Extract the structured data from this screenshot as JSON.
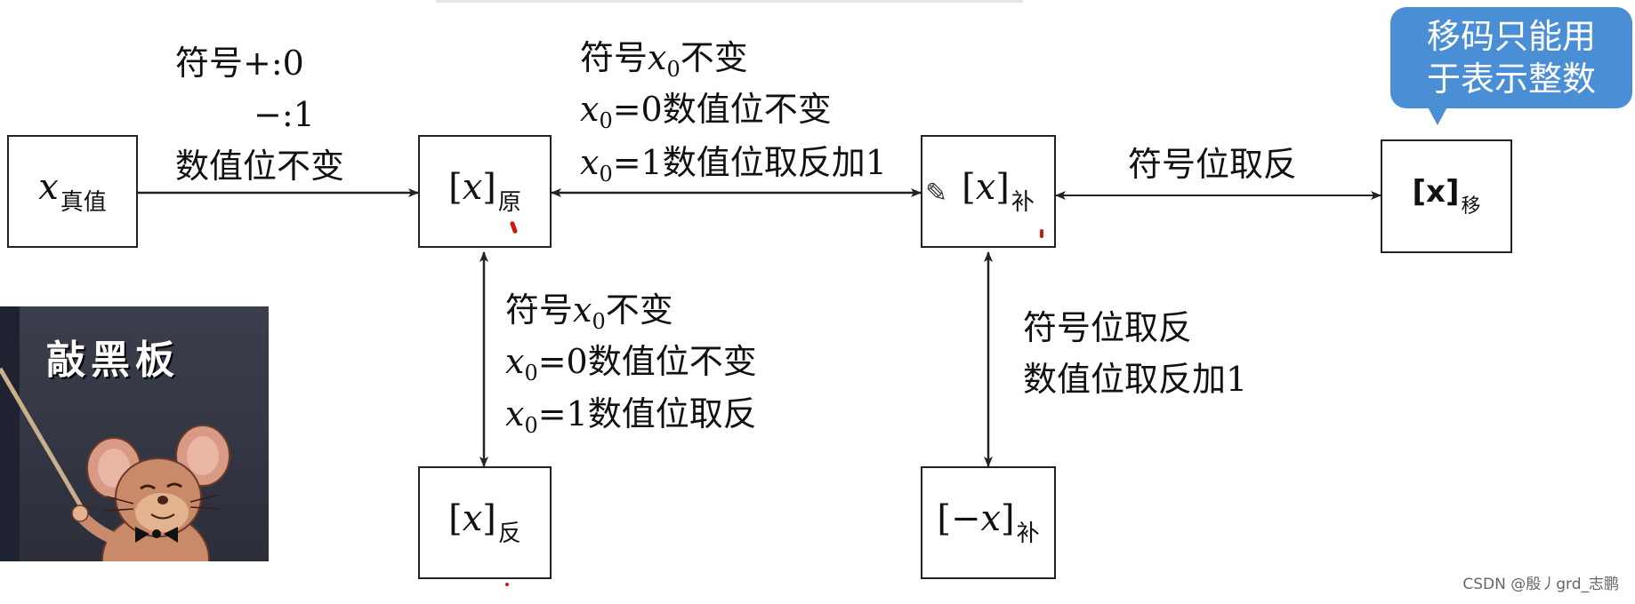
{
  "boxes": {
    "true_value": {
      "var": "x",
      "sub": "真值"
    },
    "sign_magnitude": {
      "pre": "[",
      "var": "x",
      "post": "]",
      "sub": "原"
    },
    "twos_complement": {
      "pre": "[",
      "var": "x",
      "post": "]",
      "sub": "补"
    },
    "biased": {
      "pre": "[",
      "var": "x",
      "post": "]",
      "sub": "移"
    },
    "ones_complement": {
      "pre": "[",
      "var": "x",
      "post": "]",
      "sub": "反"
    },
    "neg_twos_complement": {
      "pre": "[−",
      "var": "x",
      "post": "]",
      "sub": "补"
    }
  },
  "labels": {
    "a_line1": "符号+:0",
    "a_line2": "−:1",
    "a_line3": "数值位不变",
    "b_line1_pre": "符号",
    "b_line1_var": "x",
    "b_line1_sub": "0",
    "b_line1_post": "不变",
    "b_line2_var": "x",
    "b_line2_sub": "0",
    "b_line2_post": "=0数值位不变",
    "b_line3_var": "x",
    "b_line3_sub": "0",
    "b_line3_post": "=1数值位取反加1",
    "c_line1": "符号位取反",
    "d_line1_pre": "符号",
    "d_line1_var": "x",
    "d_line1_sub": "0",
    "d_line1_post": "不变",
    "d_line2_var": "x",
    "d_line2_sub": "0",
    "d_line2_post": "=0数值位不变",
    "d_line3_var": "x",
    "d_line3_sub": "0",
    "d_line3_post": "=1数值位取反",
    "e_line1": "符号位取反",
    "e_line2": "数值位取反加1"
  },
  "callout": {
    "line1": "移码只能用",
    "line2": "于表示整数",
    "color": "#4a8ed6"
  },
  "sticker": {
    "title": "敲黑板"
  },
  "watermark": "CSDN @殷丿grd_志鹏",
  "icons": {
    "pencil": "pencil-icon"
  }
}
